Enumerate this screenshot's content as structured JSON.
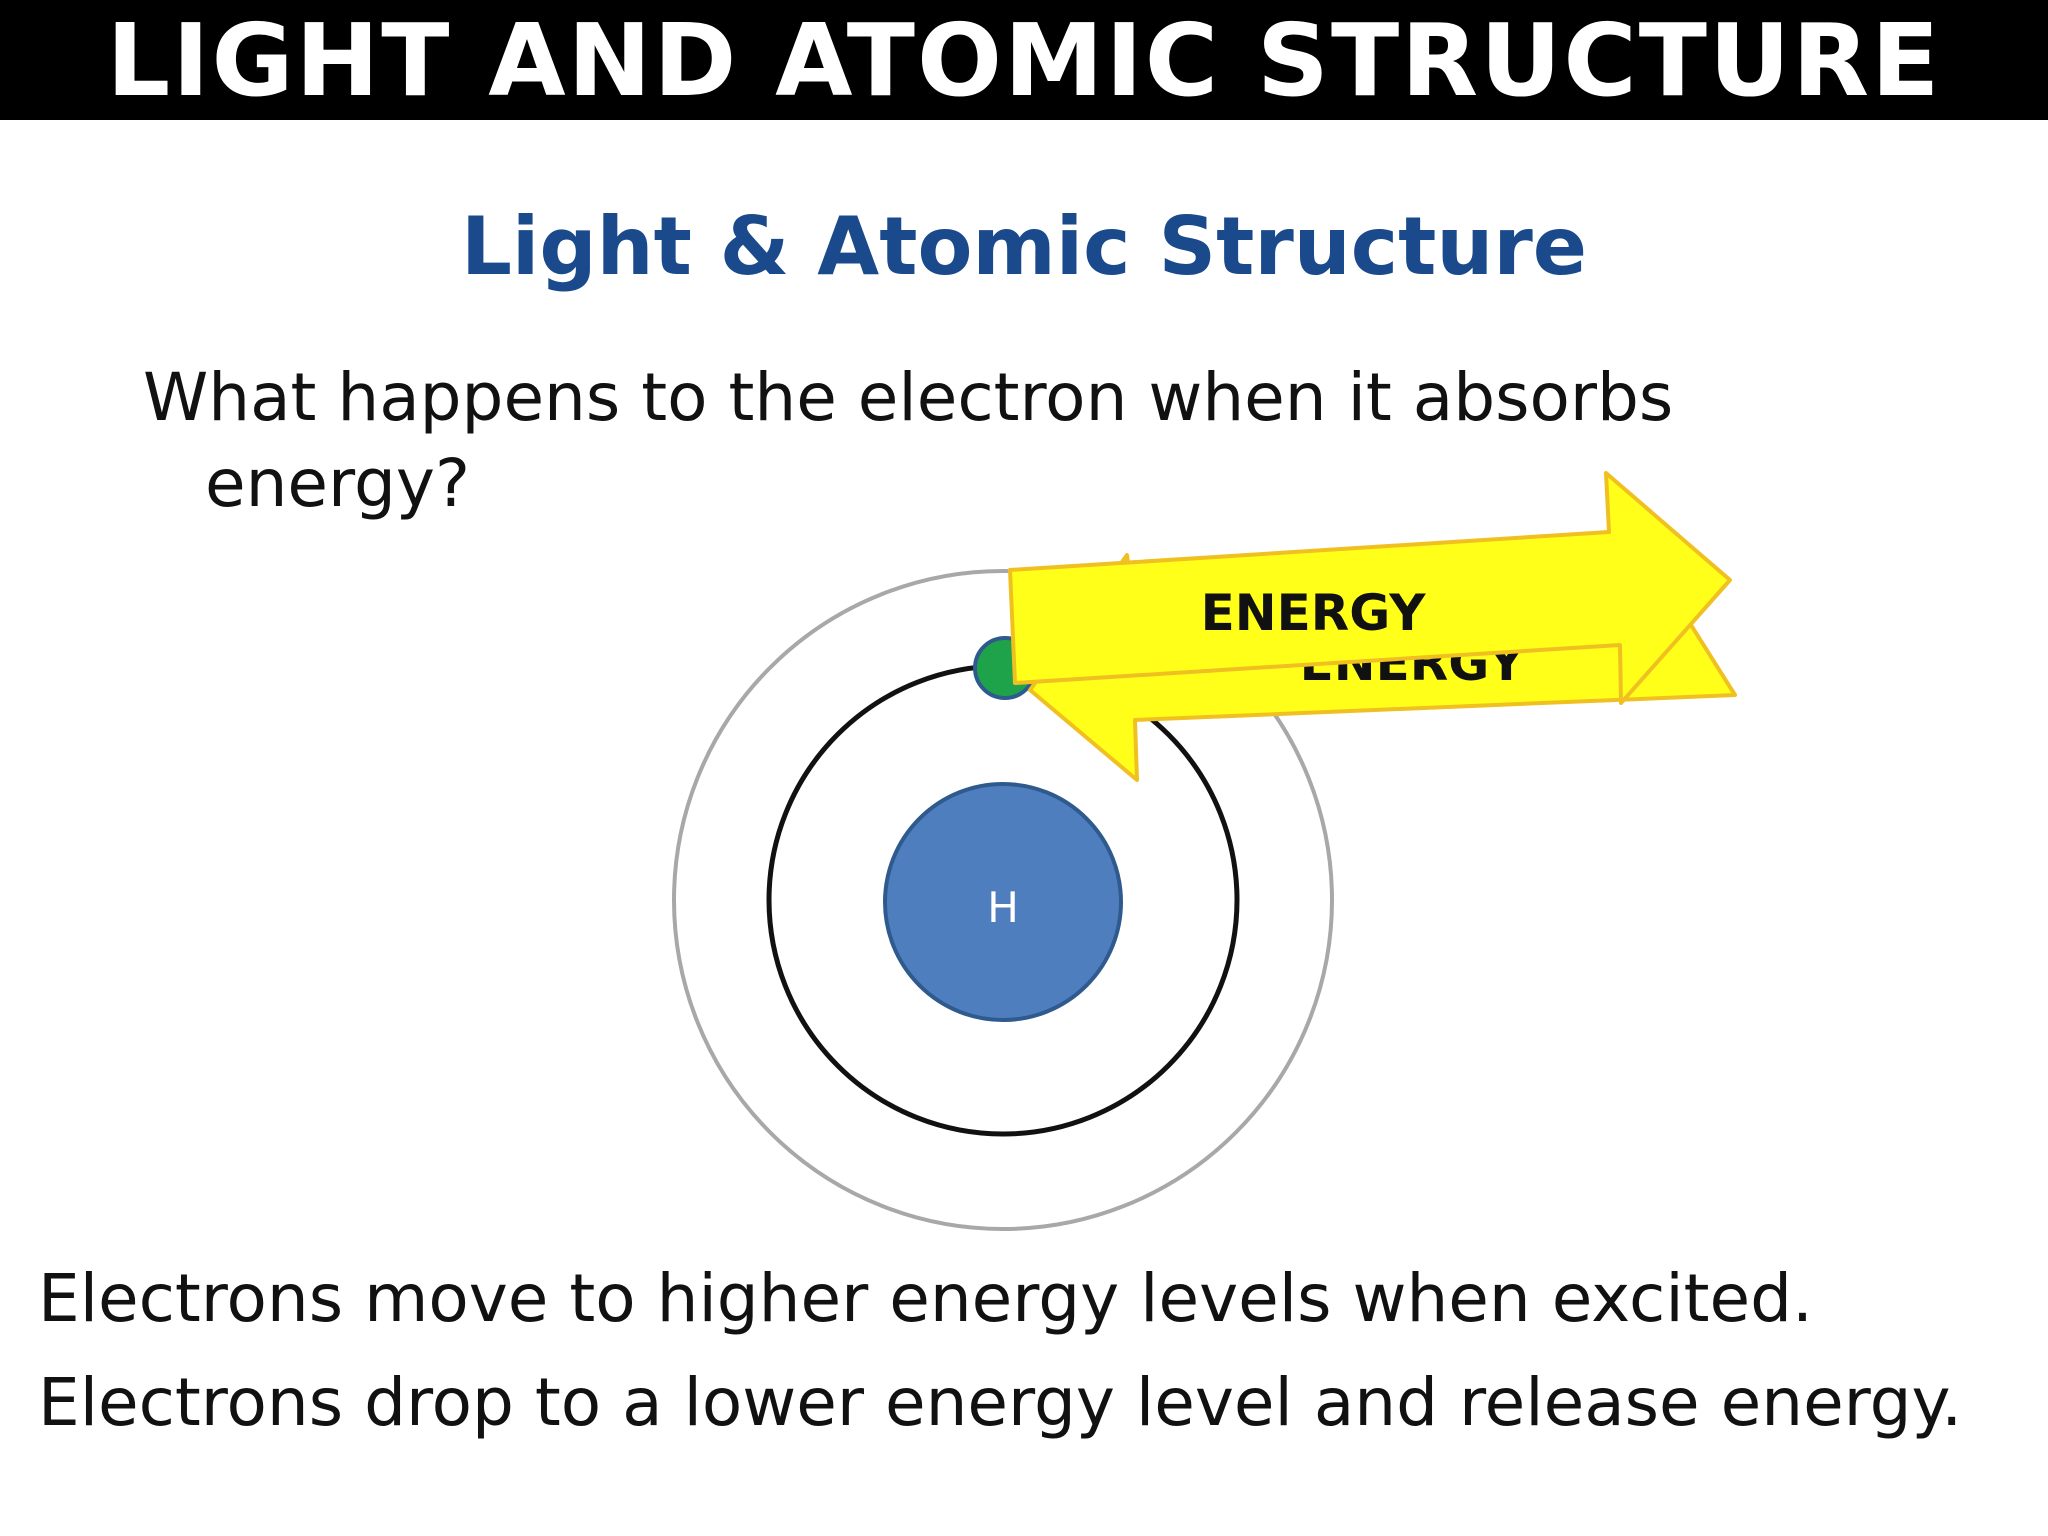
{
  "banner": {
    "title": "LIGHT AND ATOMIC STRUCTURE"
  },
  "slide": {
    "title": "Light & Atomic Structure",
    "question_line1": "What happens to the electron when it absorbs",
    "question_line2": "energy?",
    "statement_1": "Electrons move to higher energy levels when excited.",
    "statement_2": "Electrons drop to a lower energy level and release energy."
  },
  "diagram": {
    "nucleus_label": "H",
    "arrow_front_label": "ENERGY",
    "arrow_back_label": "ENERGY"
  },
  "colors": {
    "banner": "#000000",
    "title": "#1a4a8c",
    "nucleus": "#4f7ebf",
    "nucleus_border": "#2e5a8e",
    "electron": "#1fa34a",
    "arrow_fill": "#ffff1a",
    "arrow_border": "#f0c020",
    "outer_orbit": "#a8a8a8",
    "inner_orbit": "#111111"
  }
}
